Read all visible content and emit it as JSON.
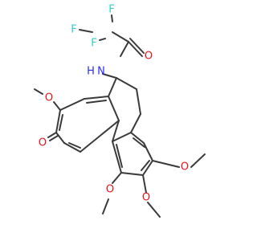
{
  "colors": {
    "bond": "#3a3a3a",
    "oxygen": "#e8141c",
    "nitrogen": "#2b2bff",
    "fluorine": "#33cccc",
    "background": "#ffffff"
  },
  "atoms": {
    "f1": "F",
    "f2": "F",
    "f3": "F",
    "o_amide": "O",
    "nh": "N",
    "h": "H",
    "o_c10_methoxy": "O",
    "o_c9_keto": "O",
    "o_c1_methoxy": "O",
    "o_c2_methoxy": "O",
    "o_c3_methoxy": "O"
  }
}
